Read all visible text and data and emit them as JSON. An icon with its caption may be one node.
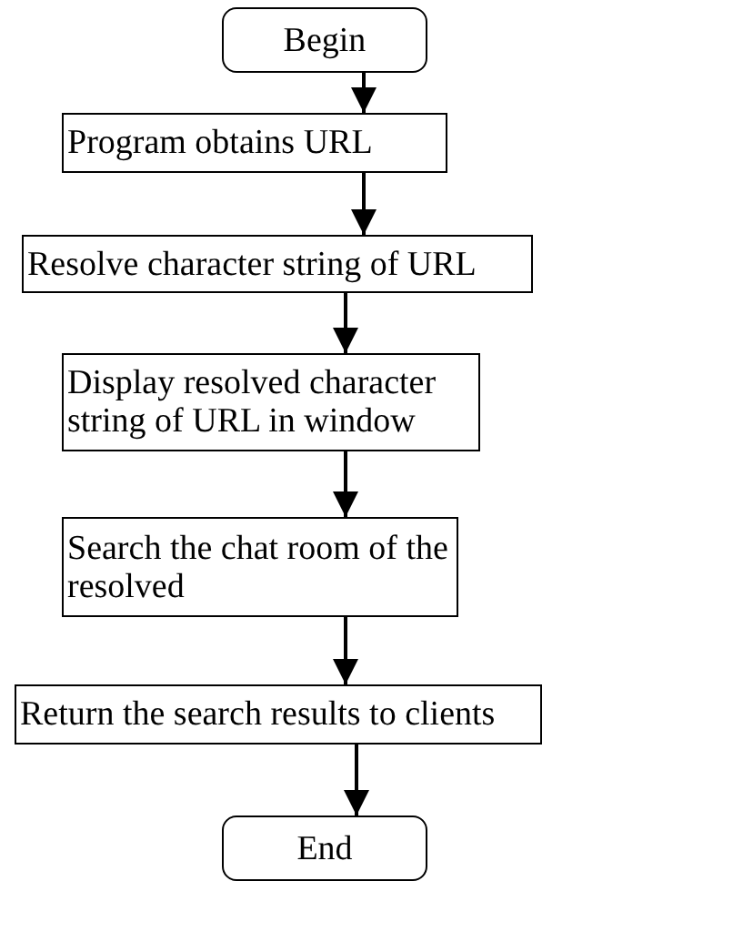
{
  "diagram": {
    "nodes": [
      {
        "text": [
          "Begin"
        ]
      },
      {
        "text": [
          "Program obtains URL"
        ]
      },
      {
        "text": [
          "Resolve character string of URL"
        ]
      },
      {
        "text": [
          "Display resolved character string of URL in window"
        ]
      },
      {
        "text": [
          "Search the chat room of the resolved"
        ]
      },
      {
        "text": [
          "Return the search results to clients"
        ]
      },
      {
        "text": [
          "End"
        ]
      }
    ],
    "edges": [
      {
        "from": 0,
        "to": 1,
        "arrow": "to"
      },
      {
        "from": 1,
        "to": 2,
        "arrow": "to"
      },
      {
        "from": 2,
        "to": 3,
        "arrow": "to"
      },
      {
        "from": 3,
        "to": 4,
        "arrow": "to"
      },
      {
        "from": 4,
        "to": 5,
        "arrow": "to"
      },
      {
        "from": 5,
        "to": 6,
        "arrow": "to"
      }
    ]
  }
}
